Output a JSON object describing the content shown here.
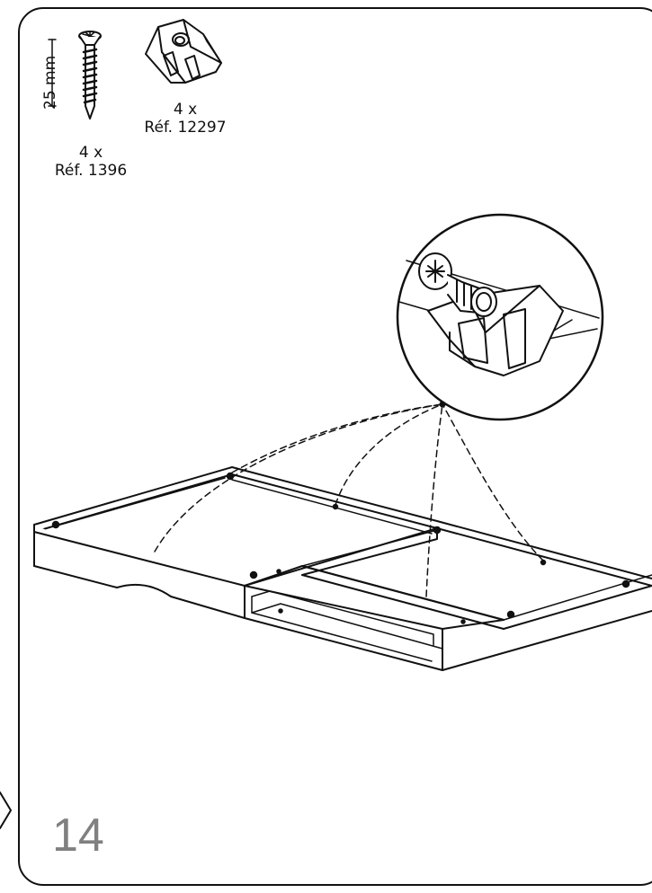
{
  "step": {
    "number": "14"
  },
  "parts": [
    {
      "name": "screw",
      "length": "25 mm",
      "quantity": "4 x",
      "ref": "Réf. 1396"
    },
    {
      "name": "bracket",
      "quantity": "4 x",
      "ref": "Réf. 12297"
    }
  ]
}
